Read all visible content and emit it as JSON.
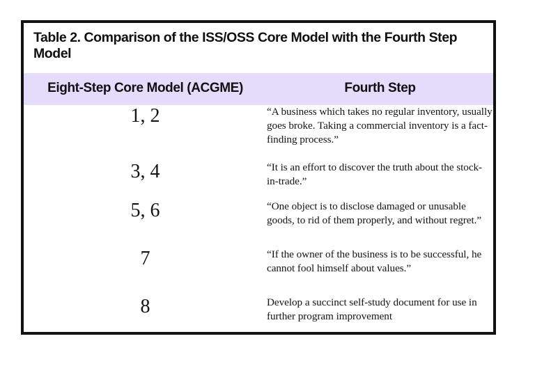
{
  "table": {
    "title": "Table 2. Comparison of the ISS/OSS Core Model with the Fourth Step Model",
    "header_bg": "#e5dbfb",
    "border_color": "#111111",
    "columns": [
      {
        "key": "core_model",
        "label": "Eight-Step Core Model (ACGME)"
      },
      {
        "key": "fourth_step",
        "label": "Fourth Step"
      }
    ],
    "rows": [
      {
        "core_model": "1, 2",
        "fourth_step": "“A business which takes no regular inventory, usually goes broke. Taking a commercial inventory is a fact-finding process.”"
      },
      {
        "core_model": "3, 4",
        "fourth_step": "“It is an effort to discover the truth about the stock-in-trade.”"
      },
      {
        "core_model": "5, 6",
        "fourth_step": "“One object is to disclose damaged or unusable goods, to rid of them properly, and without regret.”"
      },
      {
        "core_model": "7",
        "fourth_step": "“If the owner of the business is to be successful, he cannot fool himself about values.”"
      },
      {
        "core_model": "8",
        "fourth_step": "Develop a succinct self-study document for use in further program improvement"
      }
    ]
  }
}
